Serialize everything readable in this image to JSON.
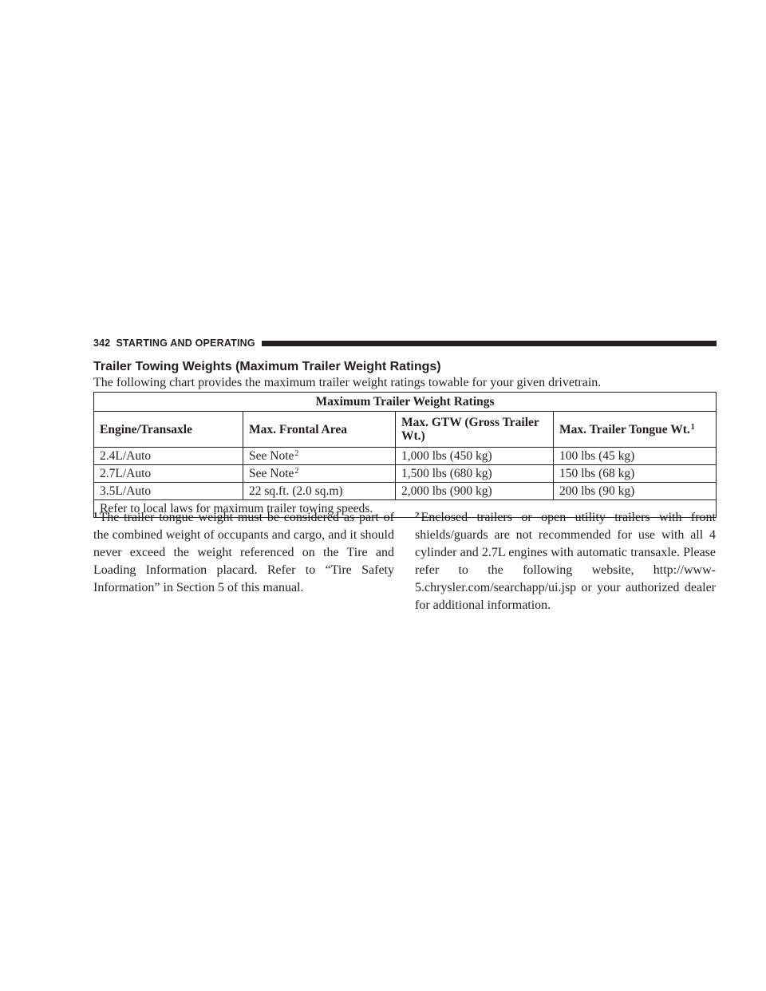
{
  "header": {
    "page_number": "342",
    "section": "STARTING AND OPERATING"
  },
  "heading": "Trailer Towing Weights (Maximum Trailer Weight Ratings)",
  "intro": "The following chart provides the maximum trailer weight ratings towable for your given drivetrain.",
  "table": {
    "caption": "Maximum Trailer Weight Ratings",
    "headers": [
      "Engine/Transaxle",
      "Max. Frontal Area",
      "Max. GTW (Gross Trailer Wt.)",
      "Max. Trailer Tongue Wt."
    ],
    "header_sup": "1",
    "note_sup": "2",
    "rows": [
      [
        "2.4L/Auto",
        "See Note",
        "1,000 lbs (450 kg)",
        "100 lbs (45 kg)"
      ],
      [
        "2.7L/Auto",
        "See Note",
        "1,500 lbs (680 kg)",
        "150 lbs (68 kg)"
      ],
      [
        "3.5L/Auto",
        "22 sq.ft. (2.0 sq.m)",
        "2,000 lbs (900 kg)",
        "200 lbs (90 kg)"
      ]
    ],
    "footer": "Refer to local laws for maximum trailer towing speeds."
  },
  "notes": [
    {
      "mark": "1",
      "text": "The trailer tongue weight must be considered as part of the combined weight of occupants and cargo, and it should never exceed the weight referenced on the Tire and Loading Information placard. Refer to “Tire Safety Information” in Section 5 of this manual."
    },
    {
      "mark": "2",
      "text": "Enclosed trailers or open utility trailers with front shields/guards are not recommended for use with all 4 cylinder and 2.7L engines with automatic transaxle. Please refer to the following website, http://www-5.chrysler.com/searchapp/ui.jsp or your authorized dealer for additional information."
    }
  ]
}
